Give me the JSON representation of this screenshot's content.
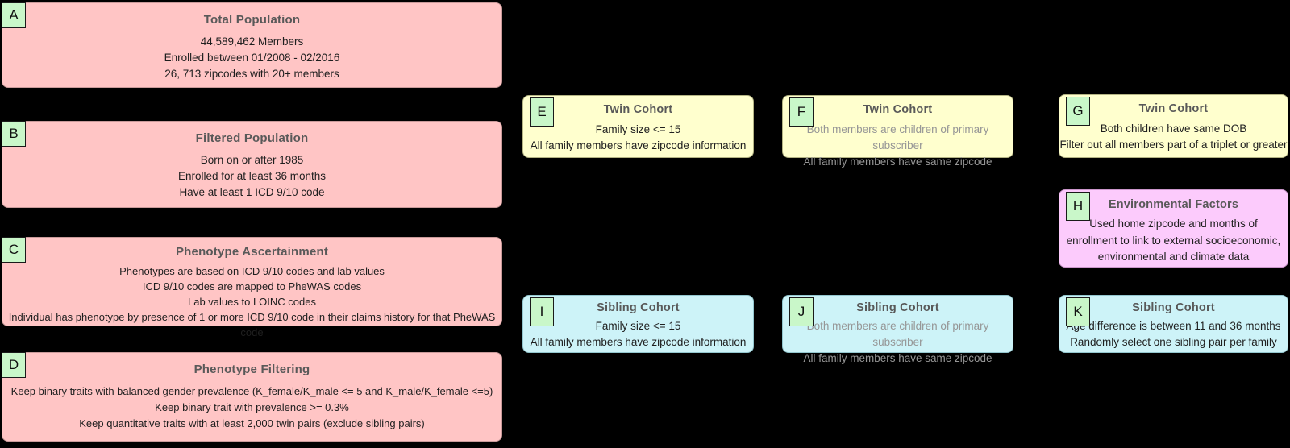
{
  "palette": {
    "background": "#000000",
    "population_pink": "#ffc5c5",
    "twin_yellow": "#ffffce",
    "sibling_cyan": "#cdf3f8",
    "environment_magenta": "#fccbfc",
    "badge_green": "#c9f7c9",
    "title_gray": "#595959",
    "body_dark": "#1f1f1f",
    "body_muted_gray": "#969696"
  },
  "boxes": {
    "a": {
      "label": "A",
      "title": "Total Population",
      "lines": [
        "44,589,462 Members",
        "Enrolled between 01/2008 - 02/2016",
        "26, 713 zipcodes with 20+ members"
      ]
    },
    "b": {
      "label": "B",
      "title": "Filtered Population",
      "lines": [
        "Born on or after 1985",
        "Enrolled for at least 36 months",
        "Have at least 1 ICD 9/10 code"
      ]
    },
    "c": {
      "label": "C",
      "title": "Phenotype Ascertainment",
      "lines": [
        "Phenotypes are based on ICD 9/10 codes and lab values",
        "ICD 9/10 codes are mapped to PheWAS codes",
        "Lab values to LOINC codes",
        "Individual has phenotype by presence of 1 or more ICD 9/10 code in their claims history for that PheWAS code"
      ]
    },
    "d": {
      "label": "D",
      "title": "Phenotype Filtering",
      "lines": [
        "Keep binary traits with balanced gender prevalence (K_female/K_male <= 5 and K_male/K_female <=5)",
        "Keep binary trait with prevalence >= 0.3%",
        "Keep quantitative traits with at least 2,000 twin pairs (exclude sibling pairs)"
      ]
    },
    "e": {
      "label": "E",
      "title": "Twin Cohort",
      "lines": [
        "Family size <= 15",
        "All family members have zipcode information"
      ]
    },
    "f": {
      "label": "F",
      "title": "Twin Cohort",
      "lines": [
        "Both members are children of primary subscriber",
        "All family members have same zipcode"
      ]
    },
    "g": {
      "label": "G",
      "title": "Twin Cohort",
      "lines": [
        "Both children have same DOB",
        "Filter out all members part of a triplet or greater"
      ]
    },
    "h": {
      "label": "H",
      "title": "Environmental Factors",
      "lines": [
        "Used home zipcode and months of enrollment to link to external socioeconomic, environmental and climate data"
      ]
    },
    "i": {
      "label": "I",
      "title": "Sibling Cohort",
      "lines": [
        "Family size <= 15",
        "All family members have zipcode information"
      ]
    },
    "j": {
      "label": "J",
      "title": "Sibling Cohort",
      "lines": [
        "Both members are children of primary subscriber",
        "All family members have same zipcode"
      ]
    },
    "k": {
      "label": "K",
      "title": "Sibling Cohort",
      "lines": [
        "Age difference is between 11 and 36 months",
        "Randomly select one sibling pair per family"
      ]
    }
  }
}
